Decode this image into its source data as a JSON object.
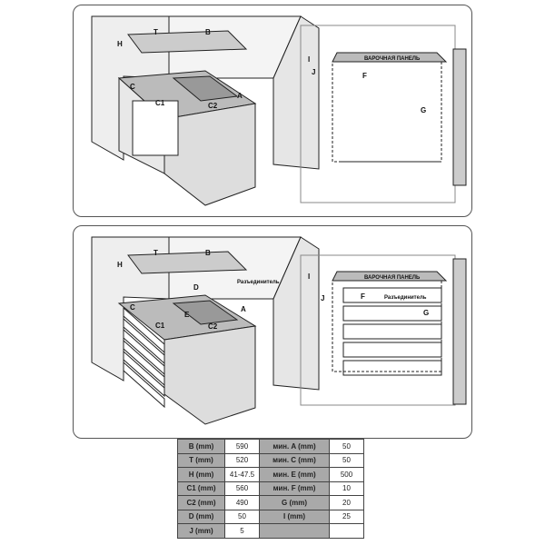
{
  "diagram1": {
    "labels": {
      "T": "T",
      "B": "B",
      "H": "H",
      "C": "C",
      "C1": "C1",
      "C2": "C2",
      "A": "A",
      "I": "I",
      "J": "J",
      "F": "F",
      "G": "G"
    },
    "hob_panel_label": "ВАРОЧНАЯ ПАНЕЛЬ"
  },
  "diagram2": {
    "labels": {
      "T": "T",
      "B": "B",
      "H": "H",
      "C": "C",
      "C1": "C1",
      "C2": "C2",
      "A": "A",
      "D": "D",
      "E": "E",
      "I": "I",
      "J": "J",
      "F": "F",
      "G": "G"
    },
    "hob_panel_label": "ВАРОЧНАЯ ПАНЕЛЬ",
    "separator_label": "Разъединитель",
    "separator_label_side": "Разъединитель"
  },
  "table": {
    "rows": [
      [
        "B (mm)",
        "590",
        "мин. A (mm)",
        "50"
      ],
      [
        "T (mm)",
        "520",
        "мин. C (mm)",
        "50"
      ],
      [
        "H (mm)",
        "41-47.5",
        "мин. E (mm)",
        "500"
      ],
      [
        "C1 (mm)",
        "560",
        "мин. F (mm)",
        "10"
      ],
      [
        "C2 (mm)",
        "490",
        "G (mm)",
        "20"
      ],
      [
        "D (mm)",
        "50",
        "I (mm)",
        "25"
      ],
      [
        "J (mm)",
        "5",
        "",
        ""
      ]
    ]
  }
}
